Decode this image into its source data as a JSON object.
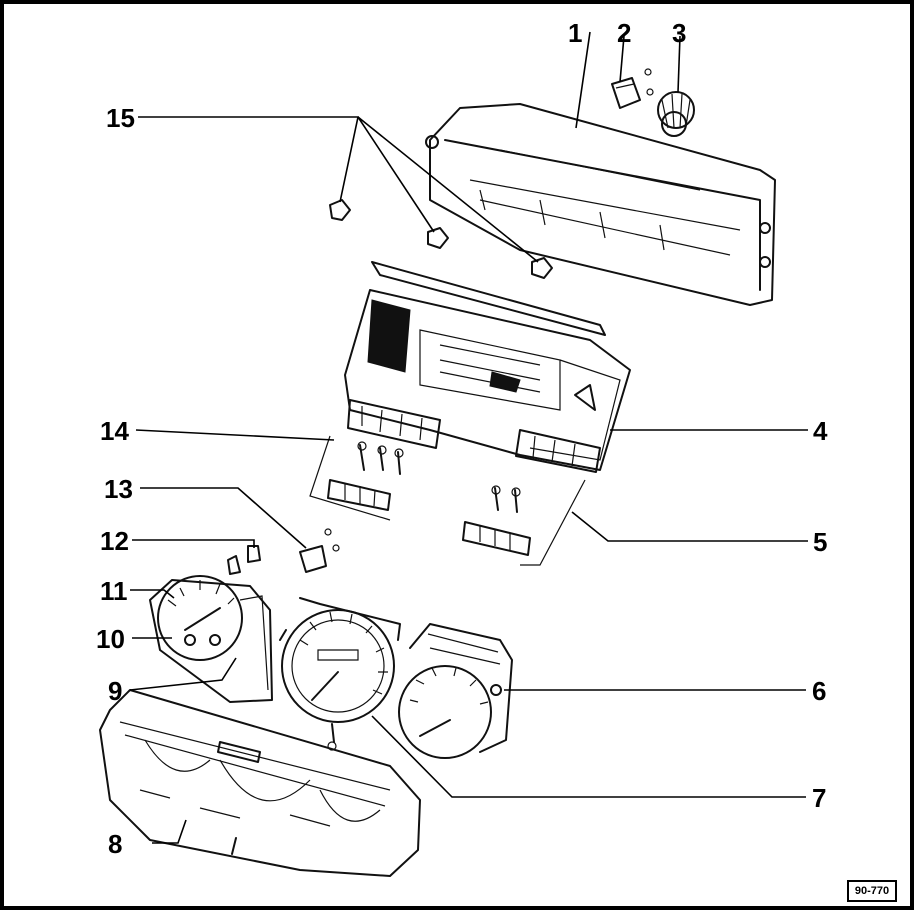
{
  "callouts": [
    {
      "id": "1",
      "label": "1"
    },
    {
      "id": "2",
      "label": "2"
    },
    {
      "id": "3",
      "label": "3"
    },
    {
      "id": "4",
      "label": "4"
    },
    {
      "id": "5",
      "label": "5"
    },
    {
      "id": "6",
      "label": "6"
    },
    {
      "id": "7",
      "label": "7"
    },
    {
      "id": "8",
      "label": "8"
    },
    {
      "id": "9",
      "label": "9"
    },
    {
      "id": "10",
      "label": "10"
    },
    {
      "id": "11",
      "label": "11"
    },
    {
      "id": "12",
      "label": "12"
    },
    {
      "id": "13",
      "label": "13"
    },
    {
      "id": "14",
      "label": "14"
    },
    {
      "id": "15",
      "label": "15"
    }
  ],
  "figure_ref": "90-770"
}
